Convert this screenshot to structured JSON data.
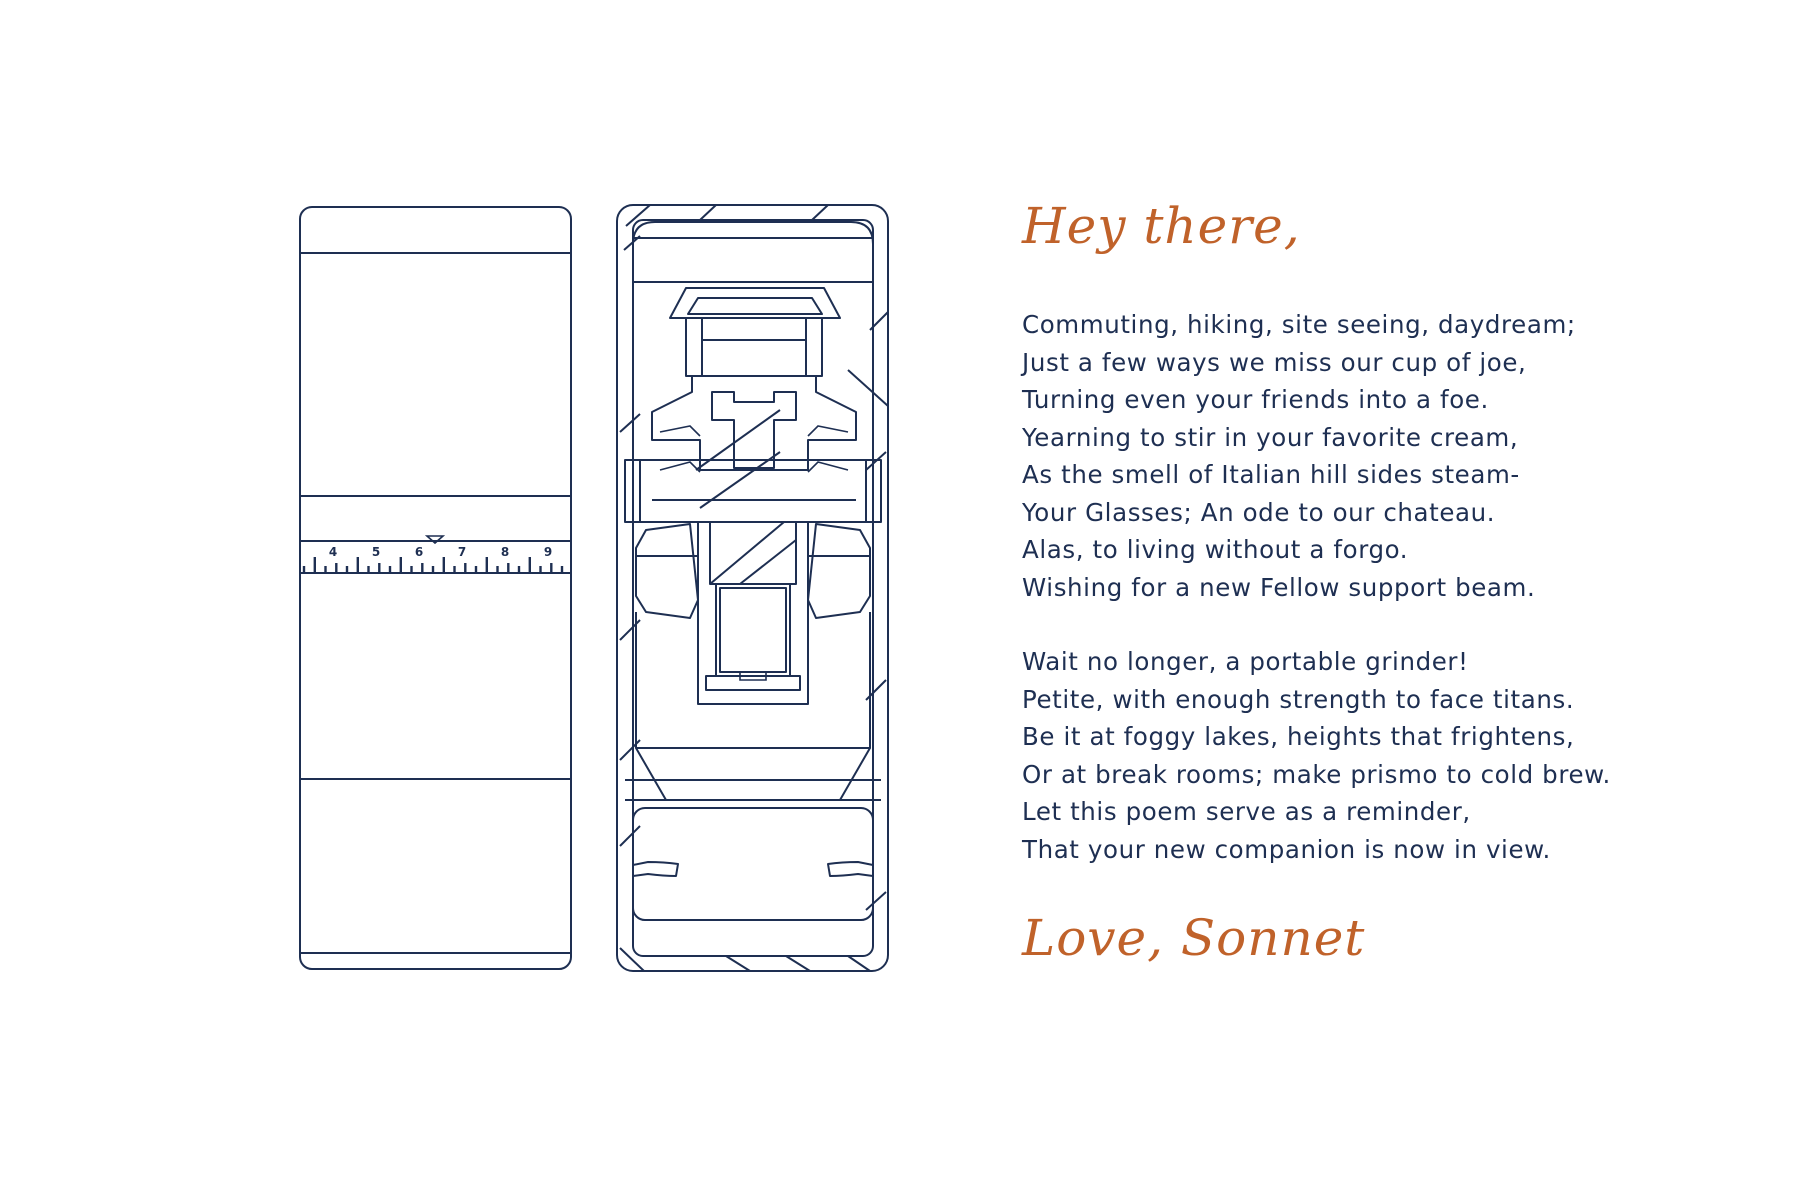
{
  "letter": {
    "greeting": "Hey there,",
    "stanzas": [
      [
        "Commuting, hiking, site seeing, daydream;",
        "Just a few ways we miss our cup of joe,",
        "Turning even your friends into a foe.",
        "Yearning to stir in your favorite cream,",
        "As the smell of Italian hill sides steam-",
        "Your Glasses; An ode to our chateau.",
        "Alas, to living without a forgo.",
        "Wishing for a new Fellow support beam."
      ],
      [
        "Wait no longer, a portable grinder!",
        "Petite, with enough strength to face titans.",
        "Be it at foggy lakes, heights that frightens,",
        "Or at break rooms; make prismo to cold brew.",
        "Let this poem serve as a reminder,",
        "That your new companion is now in view."
      ]
    ],
    "signoff": "Love, Sonnet"
  },
  "grinder": {
    "scale_labels": [
      "4",
      "5",
      "6",
      "7",
      "8",
      "9"
    ]
  },
  "colors": {
    "ink": "#1e2f52",
    "accent": "#c0622a",
    "background": "#ffffff"
  }
}
